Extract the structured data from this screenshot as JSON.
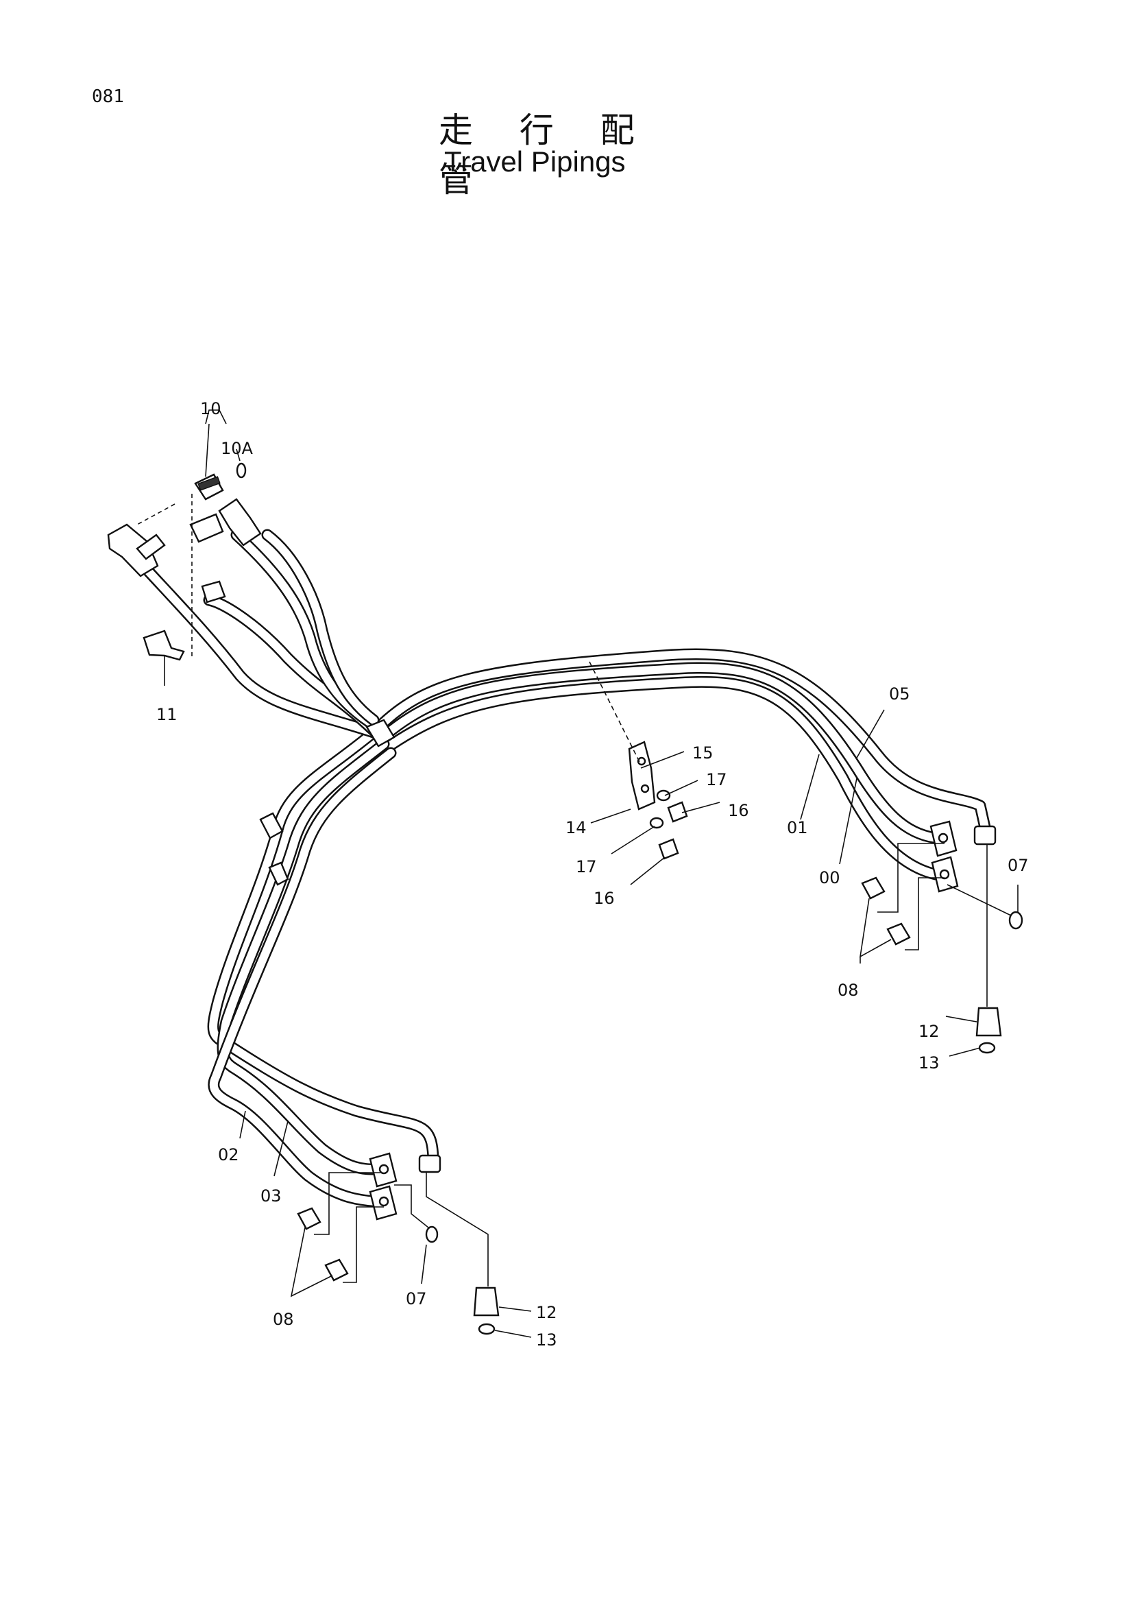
{
  "page_number": "081",
  "title_jp": "走 行 配 管",
  "title_en": "Travel Pipings",
  "callouts": [
    {
      "id": "c10",
      "text": "10"
    },
    {
      "id": "c10a",
      "text": "10A"
    },
    {
      "id": "c11",
      "text": "11"
    },
    {
      "id": "c05",
      "text": "05"
    },
    {
      "id": "c15",
      "text": "15"
    },
    {
      "id": "c17a",
      "text": "17"
    },
    {
      "id": "c16a",
      "text": "16"
    },
    {
      "id": "c14",
      "text": "14"
    },
    {
      "id": "c17b",
      "text": "17"
    },
    {
      "id": "c16b",
      "text": "16"
    },
    {
      "id": "c01",
      "text": "01"
    },
    {
      "id": "c00",
      "text": "00"
    },
    {
      "id": "c07a",
      "text": "07"
    },
    {
      "id": "c08a",
      "text": "08"
    },
    {
      "id": "c12a",
      "text": "12"
    },
    {
      "id": "c13a",
      "text": "13"
    },
    {
      "id": "c02",
      "text": "02"
    },
    {
      "id": "c03",
      "text": "03"
    },
    {
      "id": "c07b",
      "text": "07"
    },
    {
      "id": "c08b",
      "text": "08"
    },
    {
      "id": "c12b",
      "text": "12"
    },
    {
      "id": "c13b",
      "text": "13"
    }
  ]
}
